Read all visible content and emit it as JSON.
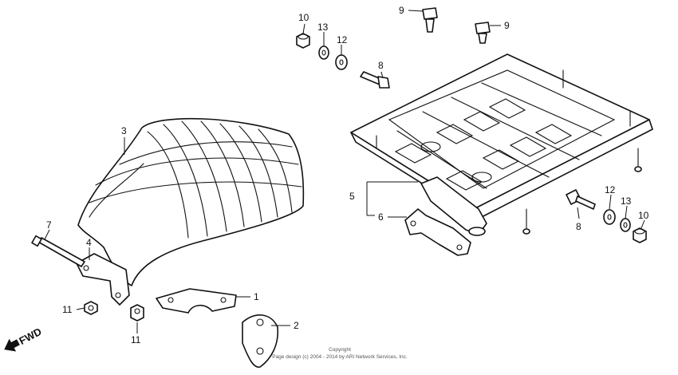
{
  "fwd_label": "FWD",
  "copyright": {
    "line1": "Copyright",
    "line2": "Page design (c) 2004 - 2014 by ARI Network Services, Inc."
  },
  "callouts": {
    "c1": "1",
    "c2": "2",
    "c3": "3",
    "c4": "4",
    "c5": "5",
    "c6": "6",
    "c7": "7",
    "c8a": "8",
    "c8b": "8",
    "c9a": "9",
    "c9b": "9",
    "c10a": "10",
    "c10b": "10",
    "c11a": "11",
    "c11b": "11",
    "c12a": "12",
    "c12b": "12",
    "c13a": "13",
    "c13b": "13"
  }
}
